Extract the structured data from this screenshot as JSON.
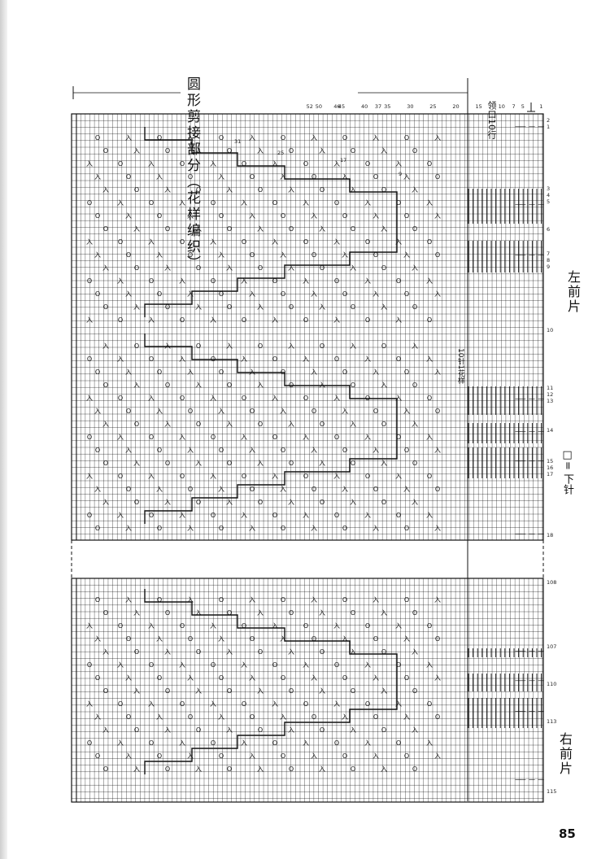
{
  "title": "圆形剪接部分（花样编织）",
  "neck_label": "领口10行",
  "left_front_label": "左前片",
  "right_front_label": "右前片",
  "legend": {
    "box": "□",
    "text": "= 下针"
  },
  "repeat_note": "10针1花样",
  "page_number": "85",
  "column_numbers": [
    "52",
    "50",
    "46",
    "45",
    "40",
    "37",
    "35",
    "30",
    "25",
    "20",
    "15",
    "10",
    "7",
    "5",
    "1"
  ],
  "row_numbers": [
    "2",
    "1",
    "5",
    "4",
    "3",
    "6",
    "9",
    "8",
    "7",
    "10",
    "13",
    "12",
    "11",
    "14",
    "17",
    "16",
    "15",
    "18",
    "108",
    "107",
    "110",
    "113",
    "115"
  ],
  "step_numbers": [
    "31",
    "25",
    "17",
    "9"
  ],
  "symbols": {
    "yo": "O",
    "k2tog": "入",
    "ssk": "入",
    "purl": "—",
    "cdd": "入"
  }
}
